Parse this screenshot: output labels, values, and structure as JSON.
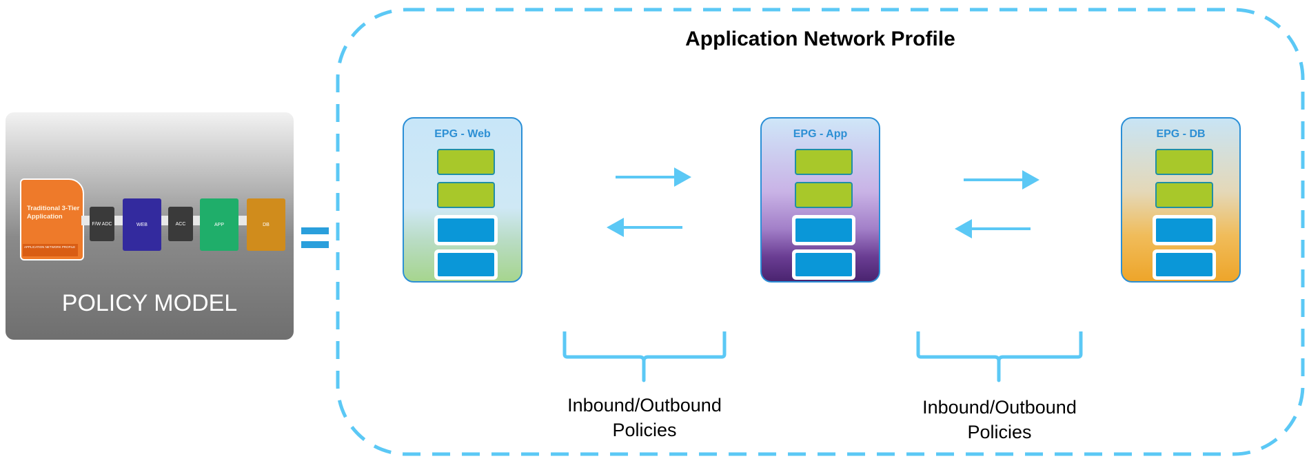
{
  "policy_model": {
    "label": "POLICY MODEL",
    "document_title": "Traditional 3-Tier Application",
    "document_footer": "APPLICATION NETWORK PROFILE",
    "tiers": [
      "F/W ADC",
      "WEB",
      "ACC",
      "APP",
      "DB"
    ]
  },
  "profile": {
    "title": "Application Network Profile",
    "epgs": [
      {
        "label": "EPG - Web"
      },
      {
        "label": "EPG - App"
      },
      {
        "label": "EPG - DB"
      }
    ],
    "policies": [
      {
        "line1": "Inbound/Outbound",
        "line2": "Policies"
      },
      {
        "line1": "Inbound/Outbound",
        "line2": "Policies"
      }
    ]
  },
  "colors": {
    "accent": "#5bc8f5",
    "equals": "#2a9fdc",
    "epg_label": "#2c8fd4",
    "endpoint_green": "#a8c82a",
    "endpoint_blue": "#0a97d8",
    "web_tier": "#332a9e",
    "app_tier": "#1fae6a",
    "db_tier": "#d08c1c",
    "document": "#ee7a2a"
  }
}
